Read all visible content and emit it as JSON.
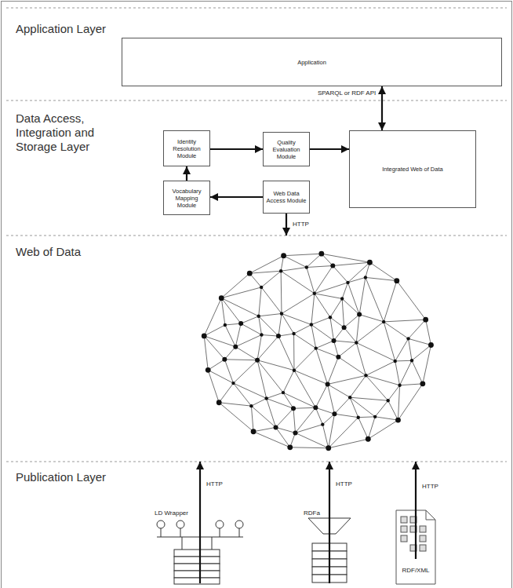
{
  "diagram": {
    "nodes": [
      {
        "text": [
          "Application Layer"
        ]
      },
      {
        "text": [
          "Application"
        ],
        "in": 0
      },
      {
        "text": [
          "Data Access, Integration and Storage Layer"
        ]
      },
      {
        "text": [
          "Identity Resolution Module"
        ],
        "in": 2
      },
      {
        "text": [
          "Quality Evaluation Module"
        ],
        "in": 2
      },
      {
        "text": [
          "Integrated Web of Data"
        ],
        "in": 2
      },
      {
        "text": [
          "Vocabulary Mapping Module"
        ],
        "in": 2
      },
      {
        "text": [
          "Web Data Access Module"
        ],
        "in": 2
      },
      {
        "text": [
          "Web of Data"
        ]
      },
      {
        "text": [
          "Publication Layer"
        ]
      },
      {
        "text": [
          "LD Wrapper"
        ],
        "in": 9
      },
      {
        "text": [
          "RDFa"
        ],
        "in": 9
      },
      {
        "text": [
          "RDF/XML"
        ],
        "in": 9
      }
    ],
    "edges": [
      {
        "from": 3,
        "to": 4,
        "arrow": "to"
      },
      {
        "from": 4,
        "to": 5,
        "arrow": "to"
      },
      {
        "from": 6,
        "to": 3,
        "arrow": "to"
      },
      {
        "from": 7,
        "to": 6,
        "arrow": "to"
      },
      {
        "from": 5,
        "to": 1,
        "label": "SPARQL or RDF API",
        "arrow": "both"
      },
      {
        "from": 7,
        "to": 8,
        "label": "HTTP",
        "arrow": "to"
      },
      {
        "from": 10,
        "to": 8,
        "label": "HTTP",
        "arrow": "to"
      },
      {
        "from": 11,
        "to": 8,
        "label": "HTTP",
        "arrow": "to"
      },
      {
        "from": 12,
        "to": 8,
        "label": "HTTP",
        "arrow": "to"
      }
    ]
  }
}
